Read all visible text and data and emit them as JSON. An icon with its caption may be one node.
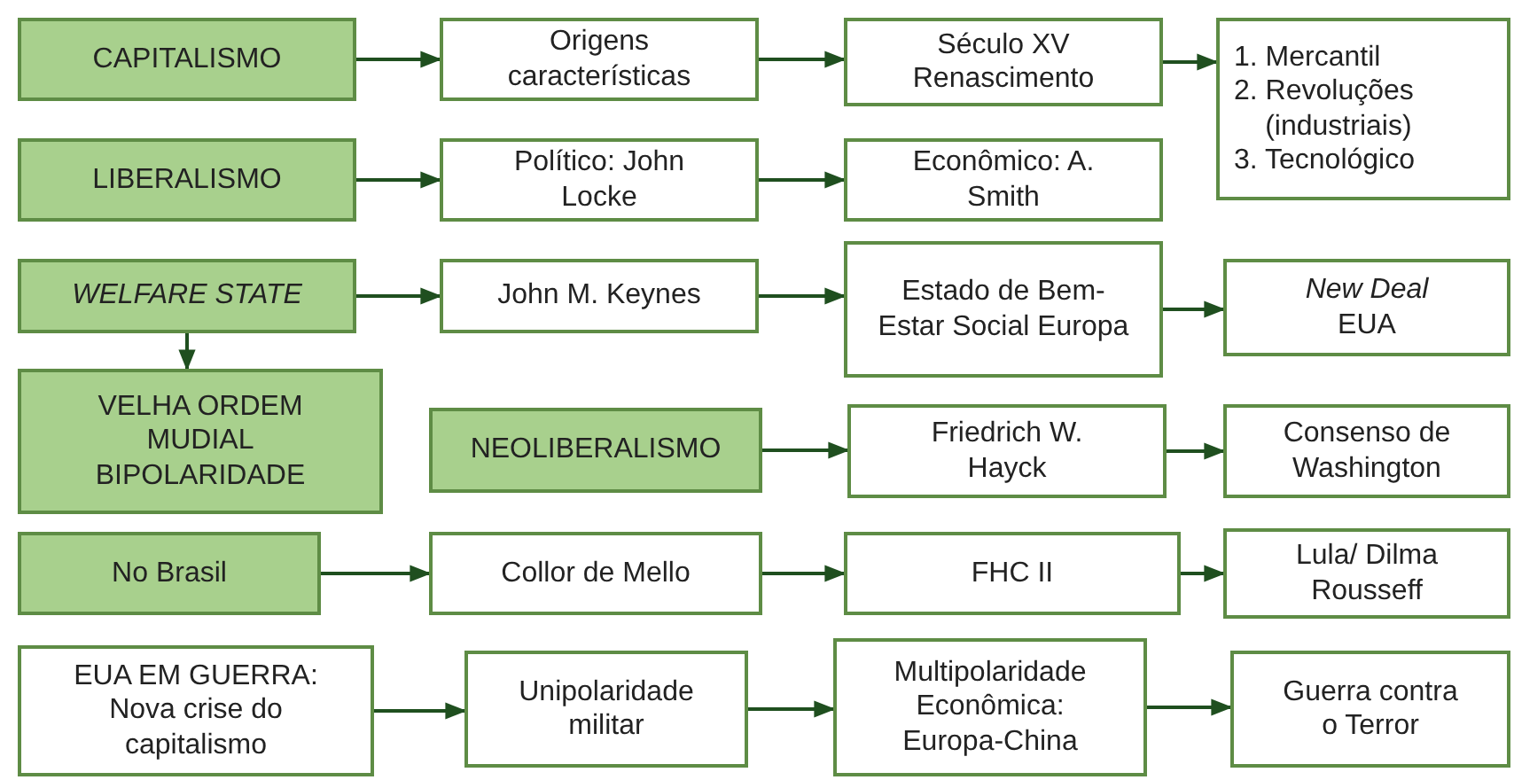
{
  "diagram": {
    "nodes": [
      {
        "text": [
          "CAPITALISMO"
        ]
      },
      {
        "text": [
          "Origens características"
        ]
      },
      {
        "text": [
          "Século XV Renascimento"
        ]
      },
      {
        "text": [
          "1. Mercantil",
          "2. Revoluções (industriais)",
          "3. Tecnológico"
        ]
      },
      {
        "text": [
          "LIBERALISMO"
        ]
      },
      {
        "text": [
          "Político: John Locke"
        ]
      },
      {
        "text": [
          "Econômico: A. Smith"
        ]
      },
      {
        "text": [
          "WELFARE STATE"
        ]
      },
      {
        "text": [
          "John M. Keynes"
        ]
      },
      {
        "text": [
          "Estado de Bem-Estar Social Europa"
        ]
      },
      {
        "text": [
          "*New Deal* EUA"
        ]
      },
      {
        "text": [
          "VELHA ORDEM MUDIAL BIPOLARIDADE"
        ]
      },
      {
        "text": [
          "NEOLIBERALISMO"
        ]
      },
      {
        "text": [
          "Friedrich W. Hayck"
        ]
      },
      {
        "text": [
          "Consenso de Washington"
        ]
      },
      {
        "text": [
          "No Brasil"
        ]
      },
      {
        "text": [
          "Collor de Mello"
        ]
      },
      {
        "text": [
          "FHC II"
        ]
      },
      {
        "text": [
          "Lula/ Dilma Rousseff"
        ]
      },
      {
        "text": [
          "EUA EM GUERRA: Nova crise do capitalismo"
        ]
      },
      {
        "text": [
          "Unipolaridade militar"
        ]
      },
      {
        "text": [
          "Multipolaridade Econômica: Europa-China"
        ]
      },
      {
        "text": [
          "Guerra contra o Terror"
        ]
      }
    ],
    "edges": [
      {
        "from": 0,
        "to": 1,
        "arrow": "to"
      },
      {
        "from": 1,
        "to": 2,
        "arrow": "to"
      },
      {
        "from": 2,
        "to": 3,
        "arrow": "to"
      },
      {
        "from": 4,
        "to": 5,
        "arrow": "to"
      },
      {
        "from": 5,
        "to": 6,
        "arrow": "to"
      },
      {
        "from": 7,
        "to": 8,
        "arrow": "to"
      },
      {
        "from": 8,
        "to": 9,
        "arrow": "to"
      },
      {
        "from": 9,
        "to": 10,
        "arrow": "to"
      },
      {
        "from": 7,
        "to": 11,
        "arrow": "to"
      },
      {
        "from": 12,
        "to": 13,
        "arrow": "to"
      },
      {
        "from": 13,
        "to": 14,
        "arrow": "to"
      },
      {
        "from": 15,
        "to": 16,
        "arrow": "to"
      },
      {
        "from": 16,
        "to": 17,
        "arrow": "to"
      },
      {
        "from": 17,
        "to": 18,
        "arrow": "to"
      },
      {
        "from": 19,
        "to": 20,
        "arrow": "to"
      },
      {
        "from": 20,
        "to": 21,
        "arrow": "to"
      },
      {
        "from": 21,
        "to": 22,
        "arrow": "to"
      }
    ]
  }
}
